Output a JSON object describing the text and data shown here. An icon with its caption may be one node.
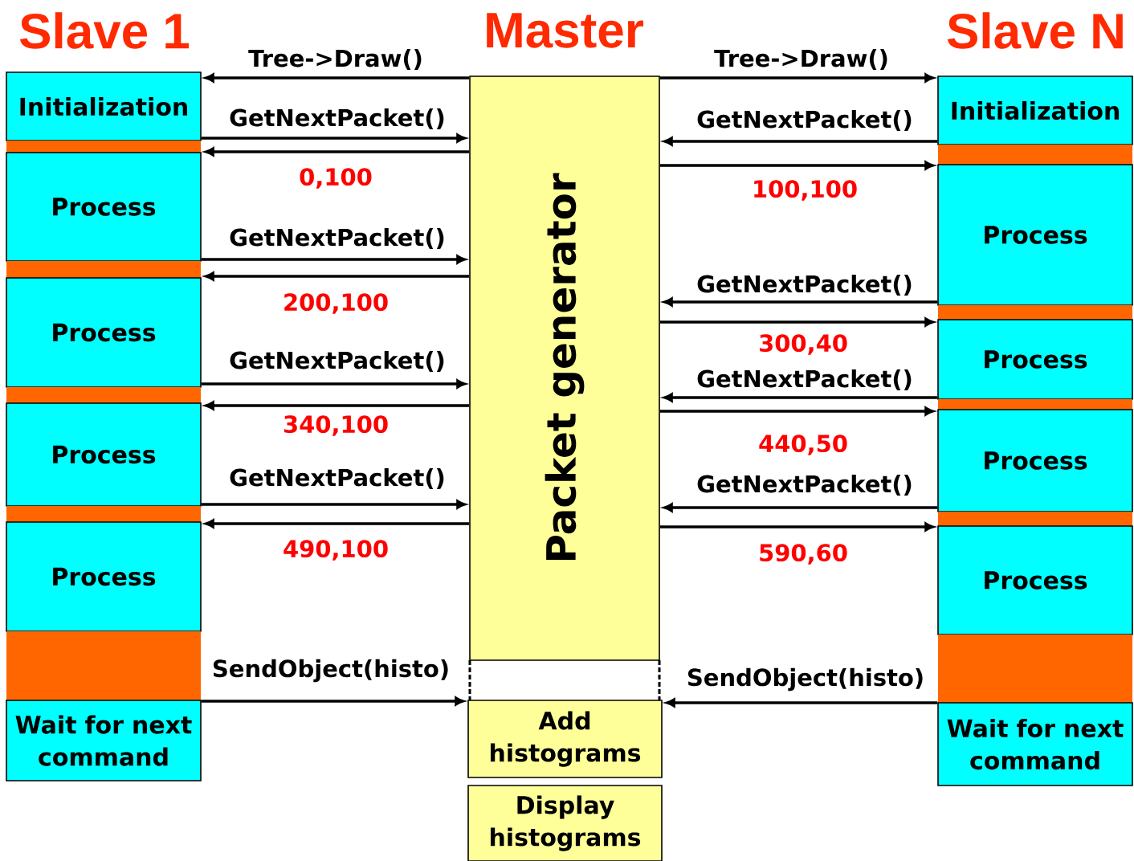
{
  "diagram": {
    "nodes": [
      {
        "text": [
          "Initialization"
        ]
      },
      {
        "text": [],
        "shape": "bar"
      },
      {
        "text": [
          "Process"
        ]
      },
      {
        "text": [],
        "shape": "bar"
      },
      {
        "text": [
          "Process"
        ]
      },
      {
        "text": [],
        "shape": "bar"
      },
      {
        "text": [
          "Process"
        ]
      },
      {
        "text": [],
        "shape": "bar"
      },
      {
        "text": [
          "Process"
        ]
      },
      {
        "text": [],
        "shape": "bar"
      },
      {
        "text": [
          "Wait for next command"
        ]
      },
      {
        "text": [
          "Packet generator"
        ]
      },
      {
        "text": [
          "Add histograms"
        ]
      },
      {
        "text": [
          "Display histograms"
        ]
      },
      {
        "text": [
          "Initialization"
        ]
      },
      {
        "text": [],
        "shape": "bar"
      },
      {
        "text": [
          "Process"
        ]
      },
      {
        "text": [],
        "shape": "bar"
      },
      {
        "text": [
          "Process"
        ]
      },
      {
        "text": [],
        "shape": "bar"
      },
      {
        "text": [
          "Process"
        ]
      },
      {
        "text": [],
        "shape": "bar"
      },
      {
        "text": [
          "Process"
        ]
      },
      {
        "text": [],
        "shape": "bar"
      },
      {
        "text": [
          "Wait for next command"
        ]
      }
    ],
    "edges": [
      {
        "from": 11,
        "to": 0,
        "arrow": "to",
        "label": "Tree->Draw()"
      },
      {
        "from": 0,
        "to": 11,
        "arrow": "to",
        "label": "GetNextPacket()"
      },
      {
        "from": 11,
        "to": 2,
        "arrow": "to",
        "label": "0,100"
      },
      {
        "from": 2,
        "to": 11,
        "arrow": "to",
        "label": "GetNextPacket()"
      },
      {
        "from": 11,
        "to": 4,
        "arrow": "to",
        "label": "200,100"
      },
      {
        "from": 4,
        "to": 11,
        "arrow": "to",
        "label": "GetNextPacket()"
      },
      {
        "from": 11,
        "to": 6,
        "arrow": "to",
        "label": "340,100"
      },
      {
        "from": 6,
        "to": 11,
        "arrow": "to",
        "label": "GetNextPacket()"
      },
      {
        "from": 11,
        "to": 8,
        "arrow": "to",
        "label": "490,100"
      },
      {
        "from": 10,
        "to": 12,
        "arrow": "to",
        "label": "SendObject(histo)"
      },
      {
        "from": 11,
        "to": 14,
        "arrow": "to",
        "label": "Tree->Draw()"
      },
      {
        "from": 14,
        "to": 11,
        "arrow": "to",
        "label": "GetNextPacket()"
      },
      {
        "from": 11,
        "to": 16,
        "arrow": "to",
        "label": "100,100"
      },
      {
        "from": 16,
        "to": 11,
        "arrow": "to",
        "label": "GetNextPacket()"
      },
      {
        "from": 11,
        "to": 18,
        "arrow": "to",
        "label": "300,40"
      },
      {
        "from": 18,
        "to": 11,
        "arrow": "to",
        "label": "GetNextPacket()"
      },
      {
        "from": 11,
        "to": 20,
        "arrow": "to",
        "label": "440,50"
      },
      {
        "from": 20,
        "to": 11,
        "arrow": "to",
        "label": "GetNextPacket()"
      },
      {
        "from": 11,
        "to": 22,
        "arrow": "to",
        "label": "590,60"
      },
      {
        "from": 24,
        "to": 12,
        "arrow": "to",
        "label": "SendObject(histo)"
      }
    ],
    "labels": [
      "Slave 1",
      "Master",
      "Slave N"
    ]
  }
}
